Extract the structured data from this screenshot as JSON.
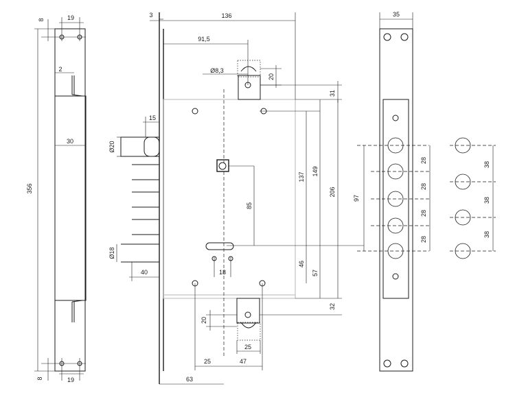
{
  "strike_plate": {
    "width_top": "19",
    "offset_top": "8",
    "width_bottom": "19",
    "offset_bottom": "8",
    "height": "356",
    "lip": "2",
    "body_width": "30"
  },
  "lock_body": {
    "backset_offset": "3",
    "case_width": "136",
    "spindle_offset": "91,5",
    "hole_diameter": "Ø8,3",
    "top_tab": "20",
    "top_tab_gap": "31",
    "bolt_projection": "15",
    "bolt_diameter": "Ø20",
    "height_137": "137",
    "height_149": "149",
    "height_206": "206",
    "key_to_cylinder": "85",
    "latch_diameter": "Ø18",
    "latch_width": "40",
    "cylinder_width": "18",
    "to_bottom_46": "46",
    "to_bottom_57": "57",
    "bottom_gap": "32",
    "bottom_tab": "20",
    "bottom_tab_width": "25",
    "base_25": "25",
    "base_47": "47",
    "base_63": "63"
  },
  "faceplate": {
    "width": "35",
    "bolt_span": "97",
    "pitch_left": [
      "28",
      "28",
      "28",
      "28"
    ],
    "pitch_right": [
      "38",
      "38",
      "38"
    ]
  }
}
